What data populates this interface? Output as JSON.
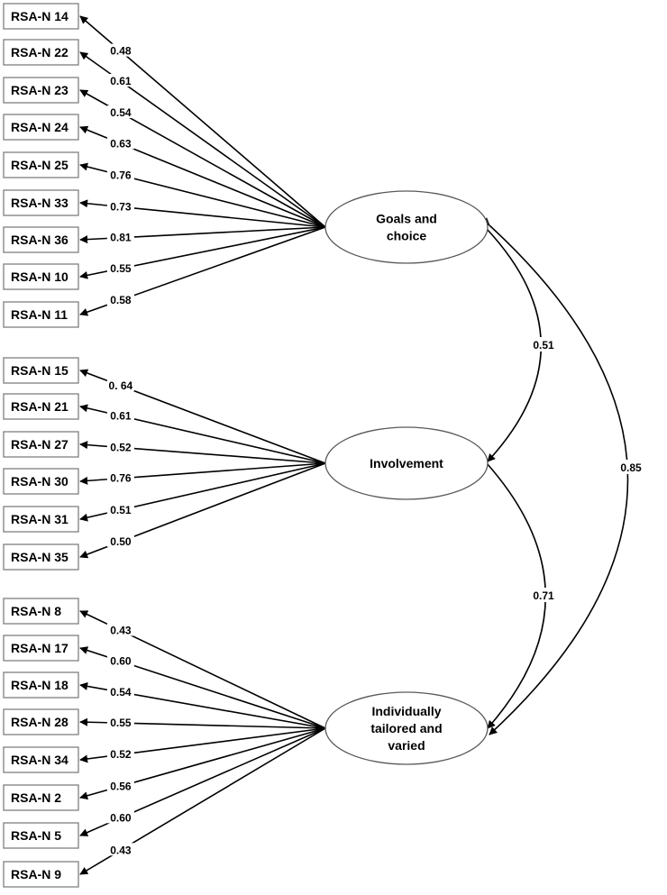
{
  "factors": [
    {
      "id": "goals",
      "label_lines": [
        "Goals and",
        "choice"
      ],
      "indicators": [
        {
          "label": "RSA-N 14",
          "loading": "0.48"
        },
        {
          "label": "RSA-N 22",
          "loading": "0.61"
        },
        {
          "label": "RSA-N 23",
          "loading": "0.54"
        },
        {
          "label": "RSA-N 24",
          "loading": "0.63"
        },
        {
          "label": "RSA-N 25",
          "loading": "0.76"
        },
        {
          "label": "RSA-N 33",
          "loading": "0.73"
        },
        {
          "label": "RSA-N 36",
          "loading": "0.81"
        },
        {
          "label": "RSA-N 10",
          "loading": "0.55"
        },
        {
          "label": "RSA-N 11",
          "loading": "0.58"
        }
      ]
    },
    {
      "id": "involvement",
      "label_lines": [
        "Involvement"
      ],
      "indicators": [
        {
          "label": "RSA-N 15",
          "loading": "0. 64"
        },
        {
          "label": "RSA-N 21",
          "loading": "0.61"
        },
        {
          "label": "RSA-N 27",
          "loading": "0.52"
        },
        {
          "label": "RSA-N 30",
          "loading": "0.76"
        },
        {
          "label": "RSA-N 31",
          "loading": "0.51"
        },
        {
          "label": "RSA-N 35",
          "loading": "0.50"
        }
      ]
    },
    {
      "id": "tailored",
      "label_lines": [
        "Individually",
        "tailored and",
        "varied"
      ],
      "indicators": [
        {
          "label": "RSA-N 8",
          "loading": "0.43"
        },
        {
          "label": "RSA-N 17",
          "loading": "0.60"
        },
        {
          "label": "RSA-N 18",
          "loading": "0.54"
        },
        {
          "label": "RSA-N 28",
          "loading": "0.55"
        },
        {
          "label": "RSA-N 34",
          "loading": "0.52"
        },
        {
          "label": "RSA-N 2",
          "loading": "0.56"
        },
        {
          "label": "RSA-N 5",
          "loading": "0.60"
        },
        {
          "label": "RSA-N 9",
          "loading": "0.43"
        }
      ]
    }
  ],
  "correlations": [
    {
      "from": "goals",
      "to": "involvement",
      "value": "0.51"
    },
    {
      "from": "involvement",
      "to": "tailored",
      "value": "0.71"
    },
    {
      "from": "goals",
      "to": "tailored",
      "value": "0.85"
    }
  ]
}
